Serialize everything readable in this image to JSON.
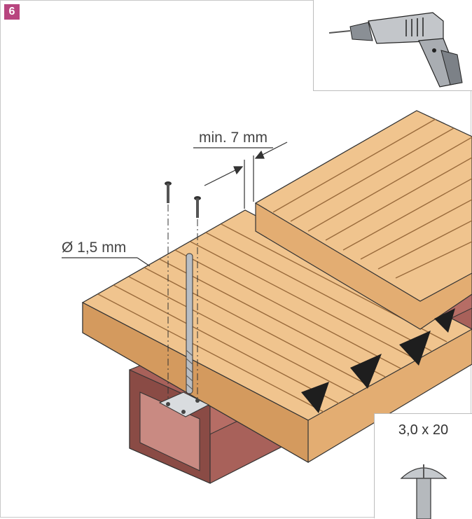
{
  "step": {
    "number": "6"
  },
  "dimensions": {
    "gap_label": "min. 7 mm",
    "drill_diameter_label": "Ø 1,5 mm"
  },
  "screw": {
    "size_label": "3,0 x 20"
  },
  "colors": {
    "badge": "#b8457f",
    "board_top": "#f0c48e",
    "board_side": "#e3ad72",
    "board_dark": "#c98c55",
    "joist": "#a8615a",
    "joist_dark": "#8a4b45",
    "metal": "#b9bec4"
  }
}
